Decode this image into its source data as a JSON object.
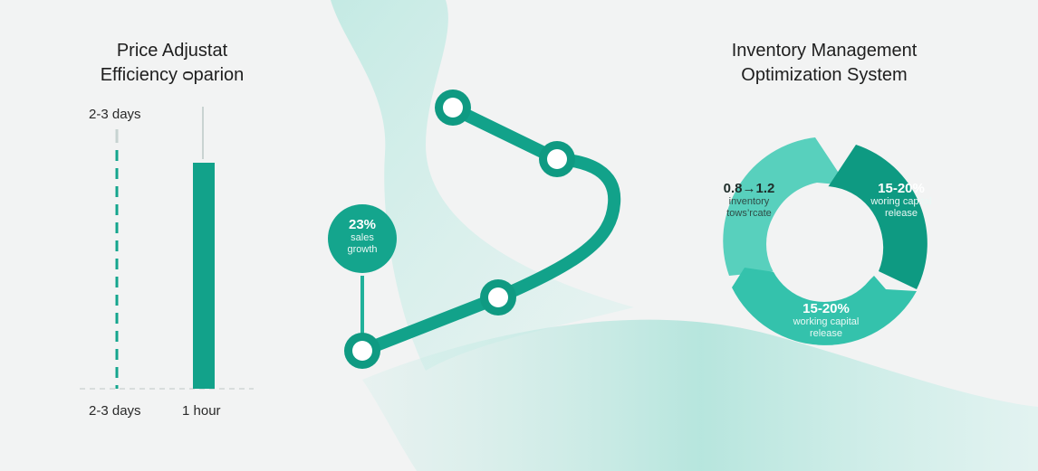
{
  "left_panel": {
    "title_line1": "Price Adjustat",
    "title_line2": "Efficiency ᴑparion",
    "top_label": "2-3 days",
    "bars": [
      {
        "label": "2-3 days",
        "style": "dashed"
      },
      {
        "label": "1 hour",
        "style": "solid"
      }
    ]
  },
  "growth_bubble": {
    "value": "23%",
    "line1": "sales",
    "line2": "growth"
  },
  "right_panel": {
    "title_line1": "Inventory Management",
    "title_line2": "Optimization System",
    "segments": [
      {
        "value": "0.8→1.2",
        "line1": "inventory",
        "line2": "tows’rcate"
      },
      {
        "value": "15-20%",
        "line1": "woring capital",
        "line2": "release"
      },
      {
        "value": "15-20%",
        "line1": "working capital",
        "line2": "release"
      }
    ]
  },
  "colors": {
    "primary": "#12a28a",
    "dark": "#0f9a82",
    "light": "#3ec9b5",
    "background": "#f2f3f3"
  }
}
